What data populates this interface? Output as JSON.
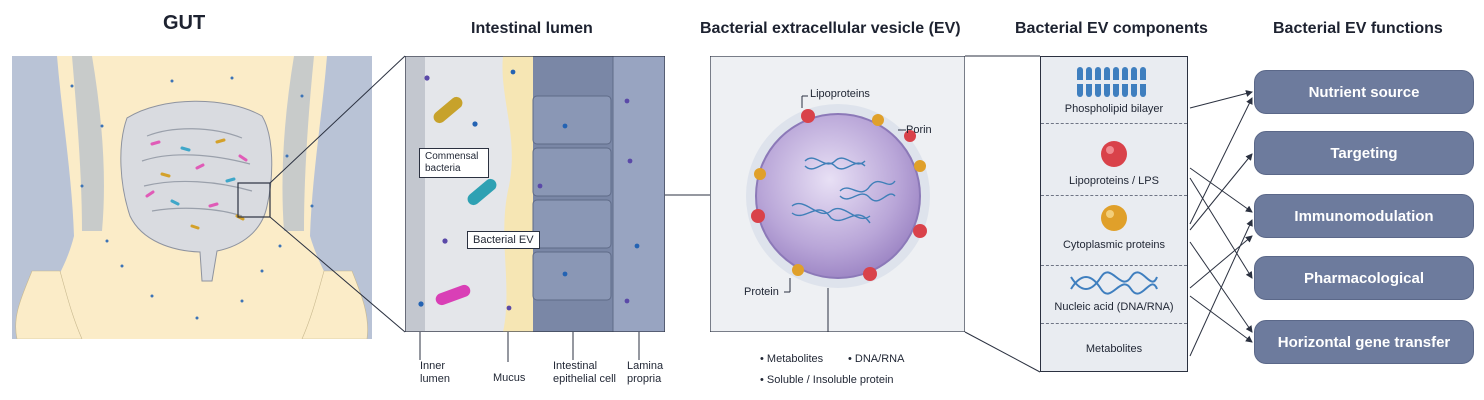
{
  "headers": {
    "gut": "GUT",
    "lumen": "Intestinal lumen",
    "ev": "Bacterial extracellular vesicle (EV)",
    "components": "Bacterial EV components",
    "functions": "Bacterial EV functions"
  },
  "lumen_panel": {
    "callout_commensal": "Commensal bacteria",
    "callout_ev": "Bacterial EV",
    "bottom_labels": {
      "inner_lumen": "Inner lumen",
      "mucus": "Mucus",
      "epithelial": "Intestinal epithelial cell",
      "lamina": "Lamina propria"
    }
  },
  "ev_panel": {
    "lipoproteins": "Lipoproteins",
    "porin": "Porin",
    "protein": "Protein",
    "contents": {
      "metabolites": "Metabolites",
      "dna_rna": "DNA/RNA",
      "protein": "Soluble / Insoluble protein"
    }
  },
  "components": [
    {
      "label": "Phospholipid bilayer",
      "icon": "phospholipid-bilayer-icon"
    },
    {
      "label": "Lipoproteins / LPS",
      "icon": "lipoprotein-icon"
    },
    {
      "label": "Cytoplasmic proteins",
      "icon": "cytoplasmic-protein-icon"
    },
    {
      "label": "Nucleic acid (DNA/RNA)",
      "icon": "dna-helix-icon"
    },
    {
      "label": "Metabolites",
      "icon": ""
    }
  ],
  "functions": [
    "Nutrient source",
    "Targeting",
    "Immunomodulation",
    "Pharmacological",
    "Horizontal gene transfer"
  ],
  "colors": {
    "panel_bg": "#b9c3d6",
    "skin": "#fbecc8",
    "function_box": "#6d7b9d",
    "vesicle": "#b9a6d8",
    "epithelium": "#7a87a6",
    "mucus": "#f6e6b4",
    "line": "#2b3140"
  }
}
